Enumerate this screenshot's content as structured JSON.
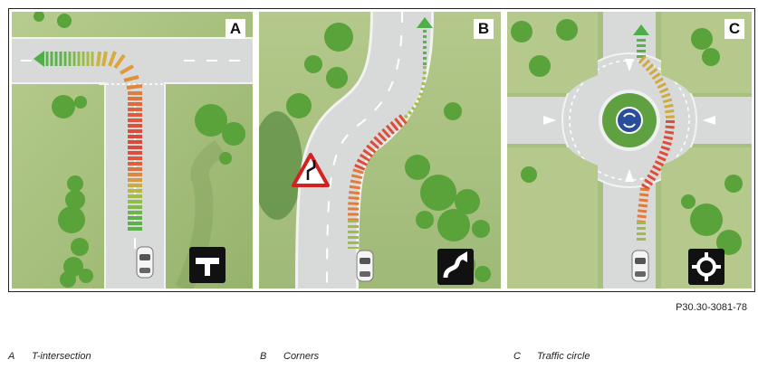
{
  "panels": [
    {
      "letter": "A"
    },
    {
      "letter": "B"
    },
    {
      "letter": "C"
    }
  ],
  "figure_code": "P30.30-3081-78",
  "captions": [
    {
      "key": "A",
      "text": "T-intersection"
    },
    {
      "key": "B",
      "text": "Corners"
    },
    {
      "key": "C",
      "text": "Traffic circle"
    }
  ],
  "colors": {
    "grass": "#a6bf7e",
    "road": "#d9dbdb",
    "tree": "#5aa23a",
    "sign_bg": "#111111"
  },
  "icons": [
    "t-intersection-sign-icon",
    "curve-sign-icon",
    "roundabout-sign-icon",
    "warning-curve-sign-icon",
    "roundabout-arrows-icon",
    "car-icon",
    "direction-arrow-icon"
  ]
}
